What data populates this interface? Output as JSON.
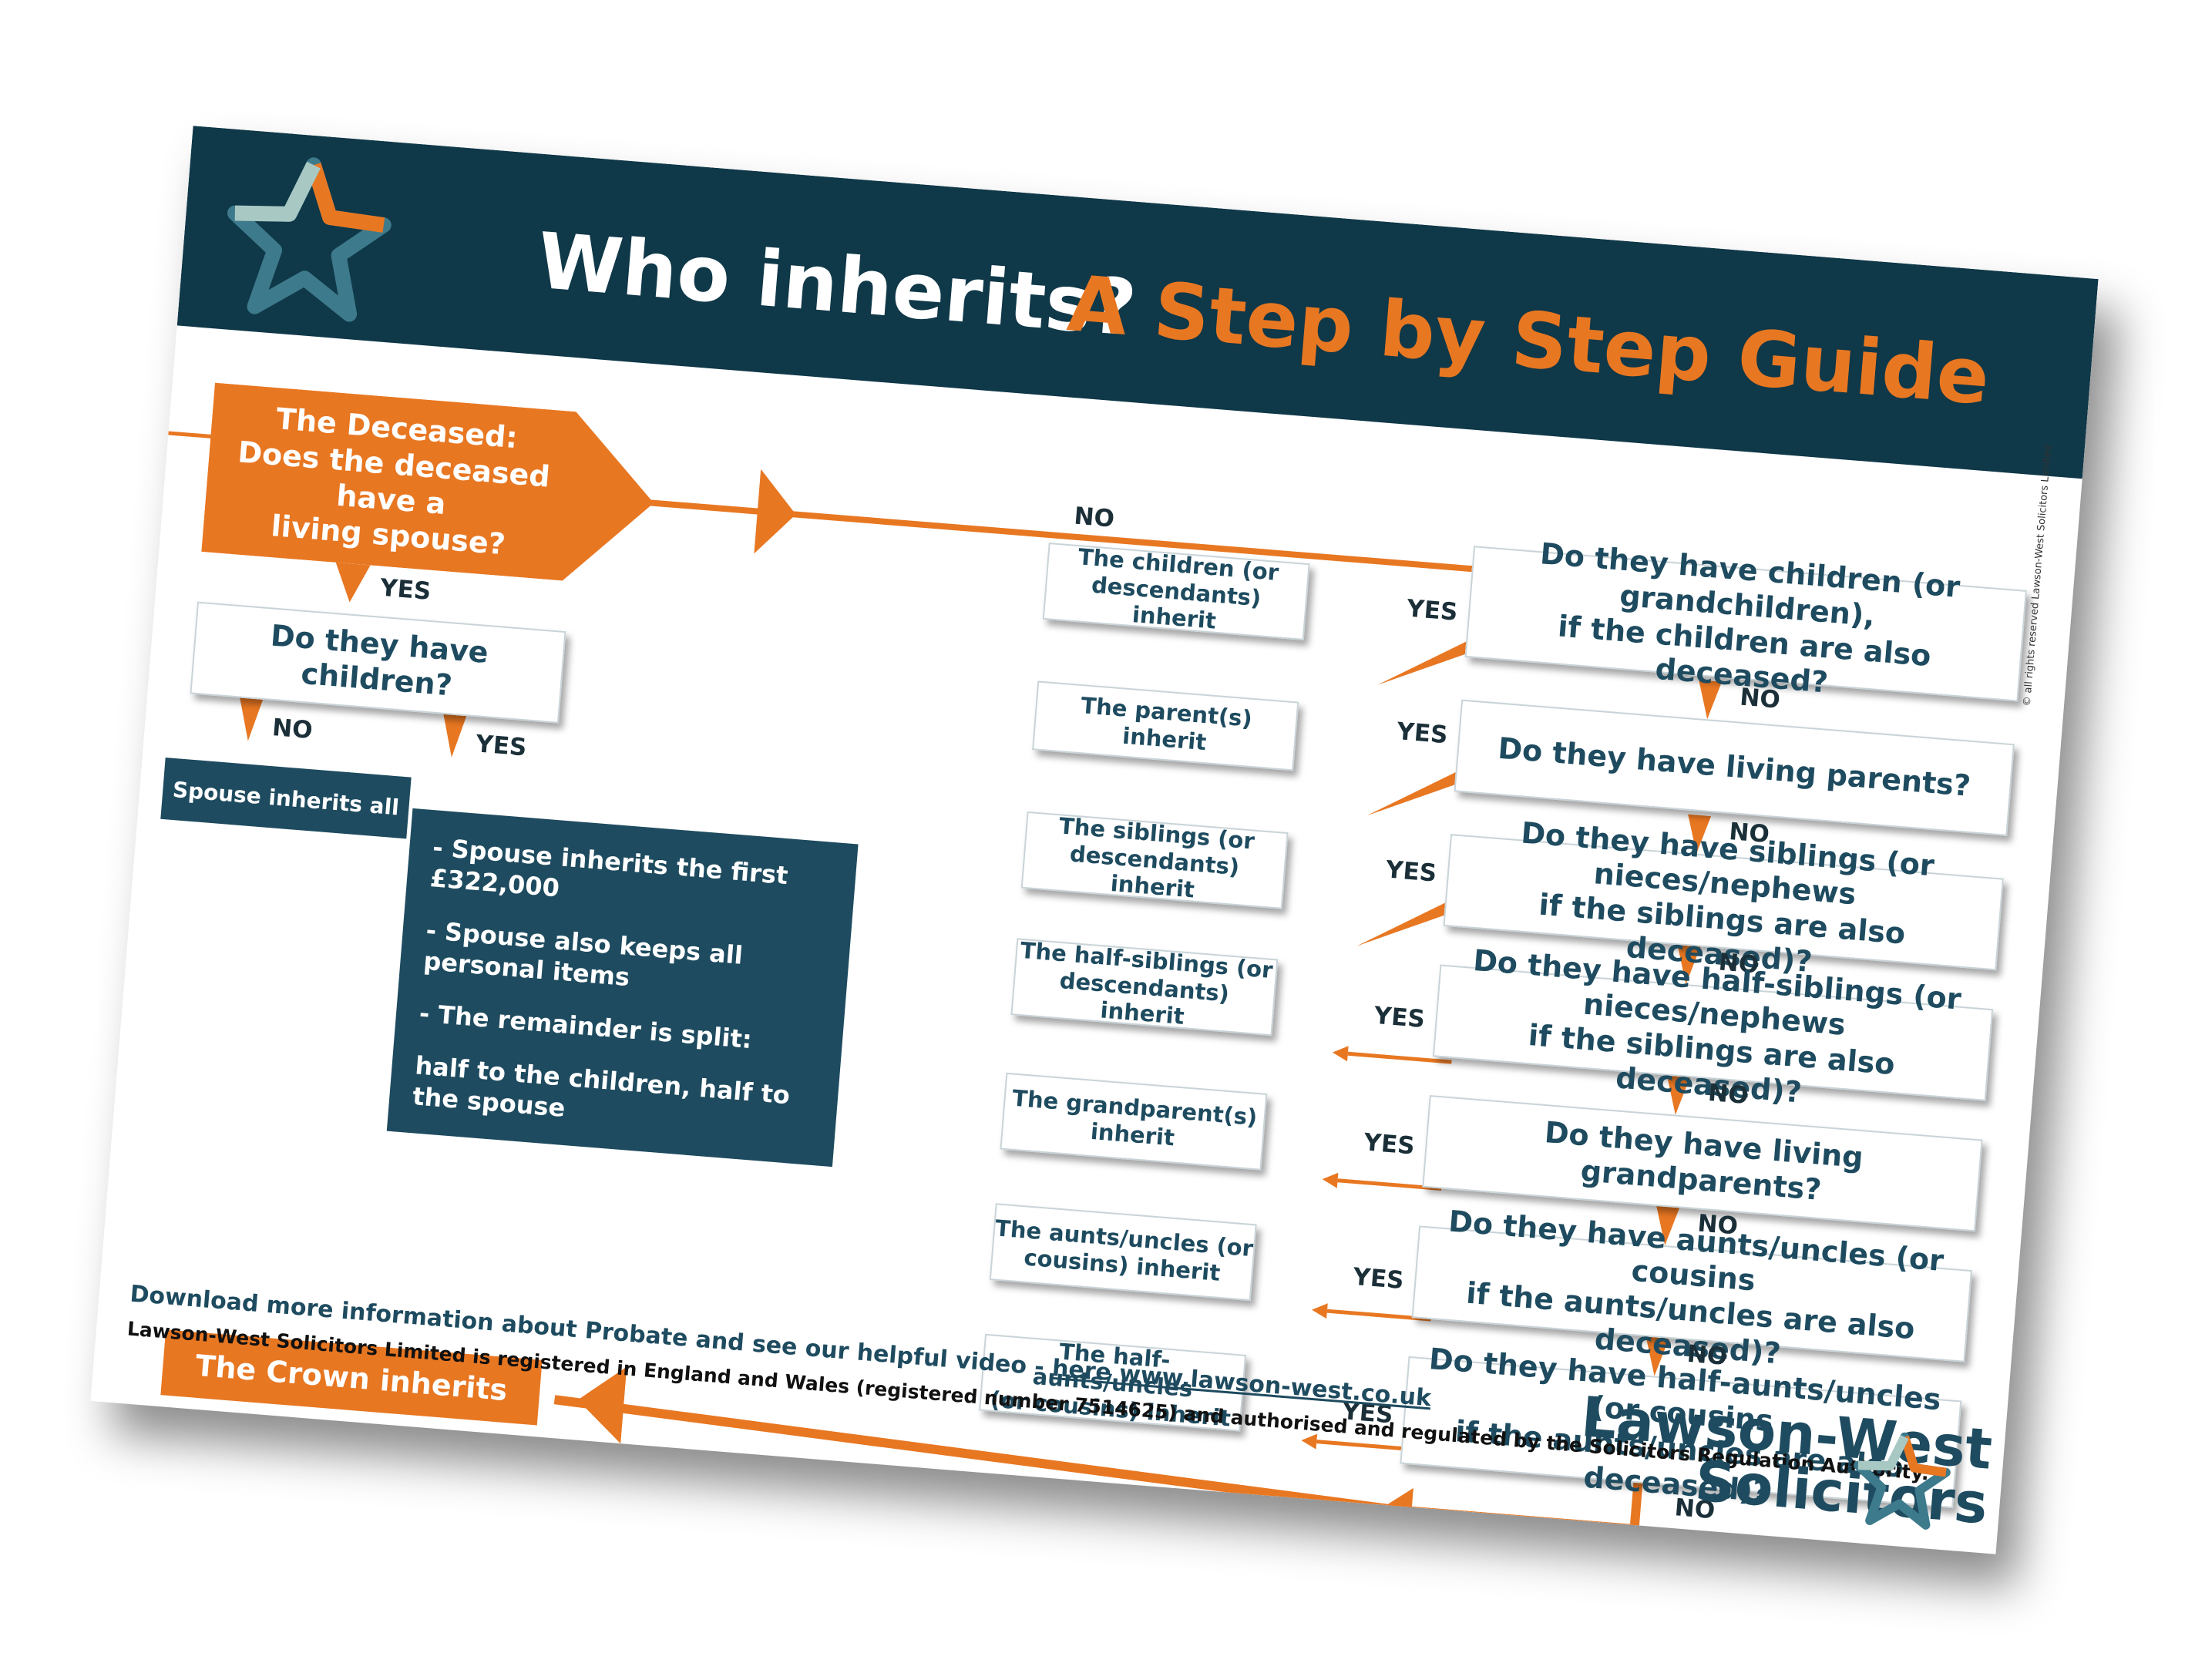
{
  "header": {
    "title_main": "Who inherits?",
    "title_sub": "A Step by Step Guide"
  },
  "start": {
    "line1": "The Deceased:",
    "line2": "Does the deceased have a",
    "line3": "living spouse?"
  },
  "left_branch": {
    "yes_label": "YES",
    "question_line1": "Do they have",
    "question_line2": "children?",
    "no_label": "NO",
    "yes2_label": "YES",
    "spouse_all": "Spouse inherits all",
    "detail": [
      "- Spouse inherits the first £322,000",
      "- Spouse also keeps all personal items",
      "- The remainder is split:",
      "half to the children, half to the spouse"
    ]
  },
  "main_no_label": "NO",
  "steps": [
    {
      "q1": "Do they have children (or grandchildren),",
      "q2": "if the children are also deceased?",
      "a1": "The children (or",
      "a2": "descendants) inherit",
      "yes": "YES",
      "no": "NO"
    },
    {
      "q1": "Do they have living parents?",
      "q2": "",
      "a1": "The parent(s) inherit",
      "a2": "",
      "yes": "YES",
      "no": "NO"
    },
    {
      "q1": "Do they have siblings (or nieces/nephews",
      "q2": "if the siblings are also deceased)?",
      "a1": "The siblings (or",
      "a2": "descendants) inherit",
      "yes": "YES",
      "no": "NO"
    },
    {
      "q1": "Do they have half-siblings (or nieces/nephews",
      "q2": "if the siblings are also deceased)?",
      "a1": "The half-siblings (or",
      "a2": "descendants) inherit",
      "yes": "YES",
      "no": "NO"
    },
    {
      "q1": "Do they have living grandparents?",
      "q2": "",
      "a1": "The grandparent(s)",
      "a2": "inherit",
      "yes": "YES",
      "no": "NO"
    },
    {
      "q1": "Do they have aunts/uncles (or cousins",
      "q2": "if the aunts/uncles are also deceased)?",
      "a1": "The aunts/uncles (or",
      "a2": "cousins) inherit",
      "yes": "YES",
      "no": "NO"
    },
    {
      "q1": "Do they have half-aunts/uncles (or cousins",
      "q2": "if the aunts/uncles are also deceased)?",
      "a1": "The half-aunts/uncles",
      "a2": "(or cousins) inherit",
      "yes": "YES",
      "no": "NO"
    }
  ],
  "crown": "The Crown inherits",
  "footer": {
    "download_text": "Download more information about Probate and see our helpful video - ",
    "link_text": "here  www.lawson-west.co.uk",
    "registration": "Lawson-West Solicitors Limited is registered in England and Wales (registered number 7514625) and authorised and regulated by the Solicitors Regulation Authority."
  },
  "brand": {
    "line1": "Lawson-West",
    "line2": "Solicitors"
  },
  "copyright": "© all rights reserved Lawson-West Solicitors Limited",
  "colors": {
    "navy": "#0f3848",
    "teal": "#1e4b5f",
    "orange": "#e87722"
  }
}
